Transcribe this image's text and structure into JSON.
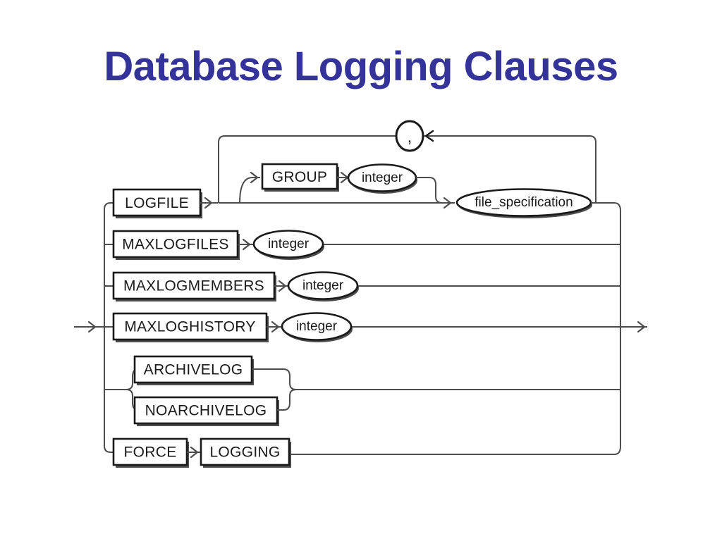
{
  "slide": {
    "title": "Database Logging Clauses",
    "title_color": "#333399",
    "background_color": "#ffffff"
  },
  "diagram": {
    "type": "railroad-syntax-diagram",
    "line_color": "#4d4d4d",
    "box_border_color": "#1a1a1a",
    "box_fill_color": "#ffffff",
    "entry_label": "",
    "exit_label": "",
    "branches": [
      {
        "name": "logfile-branch",
        "keyword": "LOGFILE",
        "optional_group": {
          "keyword": "GROUP",
          "nonterminal": "integer"
        },
        "nonterminal": "file_specification",
        "repeat_separator": ","
      },
      {
        "name": "maxlogfiles-branch",
        "keyword": "MAXLOGFILES",
        "nonterminal": "integer"
      },
      {
        "name": "maxlogmembers-branch",
        "keyword": "MAXLOGMEMBERS",
        "nonterminal": "integer"
      },
      {
        "name": "maxloghistory-branch",
        "keyword": "MAXLOGHISTORY",
        "nonterminal": "integer"
      },
      {
        "name": "archivelog-branch",
        "alternatives": [
          "ARCHIVELOG",
          "NOARCHIVELOG"
        ]
      },
      {
        "name": "force-logging-branch",
        "keywords": [
          "FORCE",
          "LOGGING"
        ]
      }
    ],
    "nodes": {
      "logfile": "LOGFILE",
      "group": "GROUP",
      "group_integer": "integer",
      "file_specification": "file_specification",
      "comma": ",",
      "maxlogfiles": "MAXLOGFILES",
      "maxlogfiles_integer": "integer",
      "maxlogmembers": "MAXLOGMEMBERS",
      "maxlogmembers_integer": "integer",
      "maxloghistory": "MAXLOGHISTORY",
      "maxloghistory_integer": "integer",
      "archivelog": "ARCHIVELOG",
      "noarchivelog": "NOARCHIVELOG",
      "force": "FORCE",
      "logging": "LOGGING"
    }
  }
}
